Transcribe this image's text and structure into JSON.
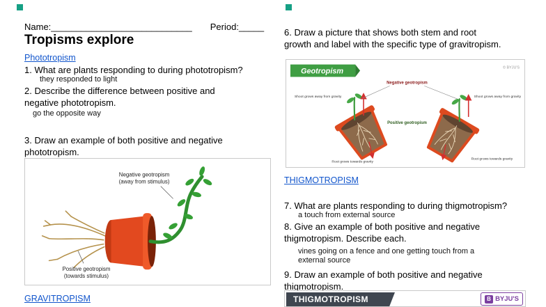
{
  "doc": {
    "left": {
      "name_label": "Name:",
      "name_blank": "____________________________",
      "period_label": "Period:",
      "period_blank": "_____",
      "title": "Tropisms explore",
      "phototropism_link": "Phototropism",
      "q1": "1. What are plants responding to during phototropism?",
      "a1": "they responded to light",
      "q2": [
        "2. Describe the difference between positive and",
        "negative phototropism."
      ],
      "a2": "go the opposite way",
      "q3": [
        "3. Draw an example of both positive and negative",
        "phototropism."
      ],
      "gravitropism_link": "GRAVITROPISM",
      "fig1": {
        "neg_label": "Negative geotropism",
        "neg_sub": "(away from stimulus)",
        "pos_label": "Positive geotropism",
        "pos_sub": "(towards stimulus)"
      }
    },
    "right": {
      "q6": [
        "6. Draw a picture  that shows both stem and root",
        "growth and label with the specific type of gravitropism."
      ],
      "fig2": {
        "banner": "Geotropism",
        "credit": "© BYJU'S",
        "neg_label": "Negative geotropism",
        "shoot_left": "Shoot grows away from gravity",
        "shoot_right": "Shoot grows away from gravity",
        "pos_label": "Positive geotropism",
        "root_left": "Root grows towards gravity",
        "root_right": "Root grows towards gravity"
      },
      "thigmotropism_link": "THIGMOTROPISM",
      "q7": "7. What are plants responding to during thigmotropism?",
      "a7": "a touch from external source",
      "q8": [
        "8. Give an example of both positive and negative",
        "thigmotropism.  Describe each."
      ],
      "a8": [
        "vines going on a fence and one getting touch from a",
        "external source"
      ],
      "q9": [
        "9.  Draw an example of both positive and negative",
        "thigmotropism."
      ],
      "fig3": {
        "banner": "THIGMOTROPISM",
        "logo_b": "B",
        "logo": "BYJU'S"
      }
    },
    "colors": {
      "link_blue": "#1155cc",
      "marker_teal": "#16a085",
      "pot_red": "#e2491f",
      "stem_green": "#2f8f2f",
      "root_tan": "#b5924c",
      "soil_brown": "#8d6a4b",
      "geotropism_banner_green": "#3f9e43",
      "thigmotropism_banner_dark": "#3f4650",
      "byjus_purple": "#7b3fa0",
      "arrow_red": "#d32f2f"
    }
  }
}
